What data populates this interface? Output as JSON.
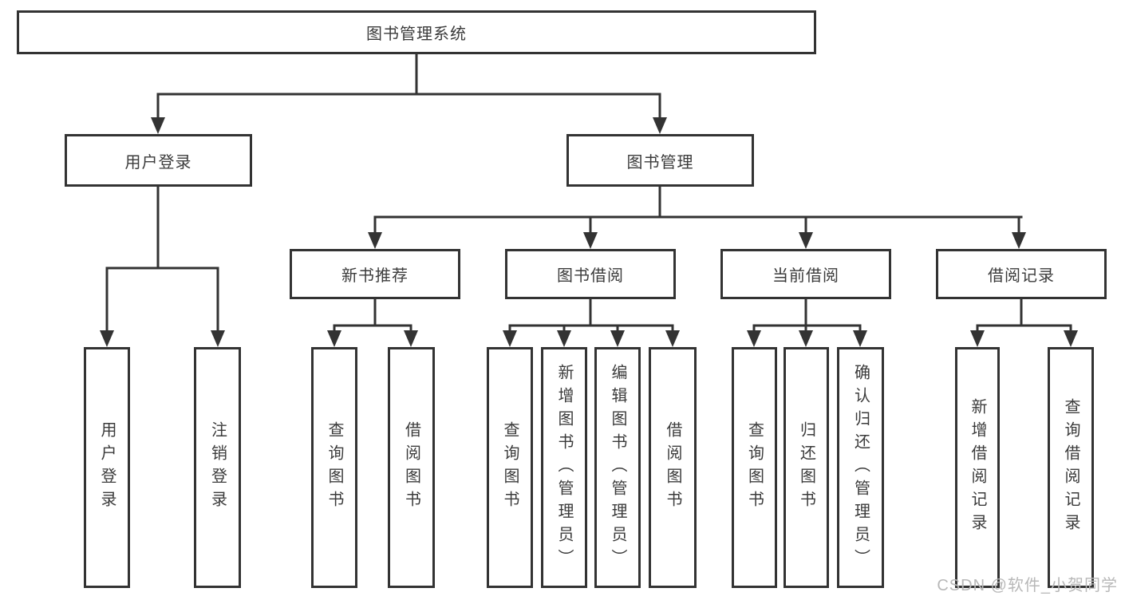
{
  "diagram_title": "图书管理系统",
  "tree": {
    "label": "图书管理系统",
    "children": [
      {
        "label": "用户登录",
        "children": [
          {
            "label": "用户登录"
          },
          {
            "label": "注销登录"
          }
        ]
      },
      {
        "label": "图书管理",
        "children": [
          {
            "label": "新书推荐",
            "children": [
              {
                "label": "查询图书"
              },
              {
                "label": "借阅图书"
              }
            ]
          },
          {
            "label": "图书借阅",
            "children": [
              {
                "label": "查询图书"
              },
              {
                "label": "新增图书（管理员）"
              },
              {
                "label": "编辑图书（管理员）"
              },
              {
                "label": "借阅图书"
              }
            ]
          },
          {
            "label": "当前借阅",
            "children": [
              {
                "label": "查询图书"
              },
              {
                "label": "归还图书"
              },
              {
                "label": "确认归还（管理员）"
              }
            ]
          },
          {
            "label": "借阅记录",
            "children": [
              {
                "label": "新增借阅记录"
              },
              {
                "label": "查询借阅记录"
              }
            ]
          }
        ]
      }
    ]
  },
  "watermark": {
    "text": "CSDN @软件_小贺同学"
  },
  "colors": {
    "line": "#333333",
    "box_border": "#333333",
    "text": "#3b3b3b",
    "watermark": "#b8b8b8",
    "background": "#ffffff"
  }
}
